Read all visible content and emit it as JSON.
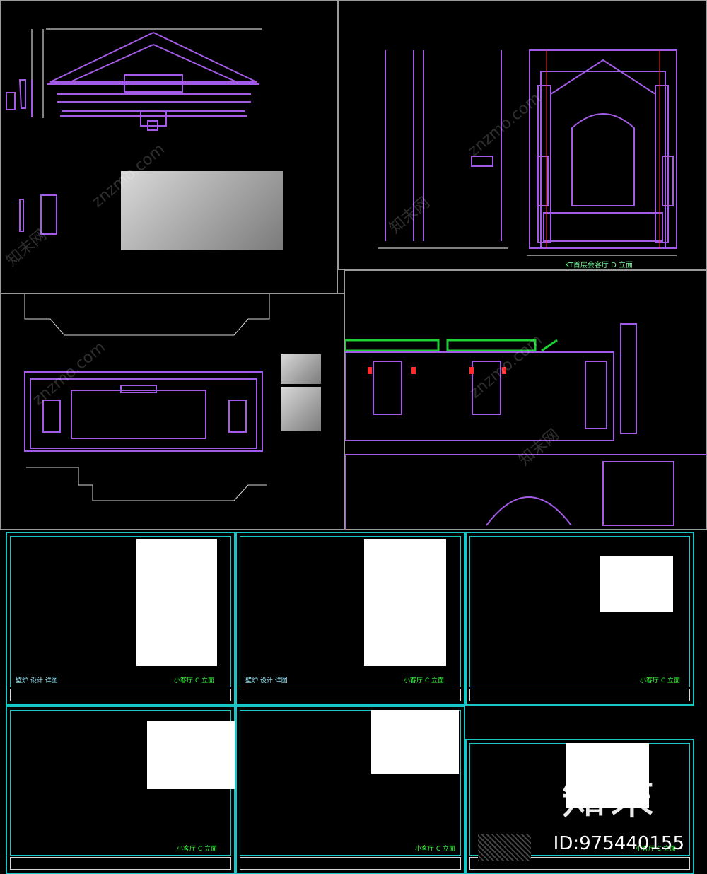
{
  "panels": {
    "top_right": {
      "caption": "KT首层会客厅 D 立面"
    }
  },
  "sheets": [
    {
      "id": "s1",
      "title": "小客厅 C 立面",
      "side_note": "壁炉 设计 详图"
    },
    {
      "id": "s2",
      "title": "小客厅 C 立面",
      "side_note": "壁炉 设计 详图"
    },
    {
      "id": "s3",
      "title": "小客厅 C 立面"
    },
    {
      "id": "s4",
      "title": "小客厅 C 立面"
    },
    {
      "id": "s5",
      "title": "小客厅 C 立面"
    },
    {
      "id": "s6",
      "title": "小客厅 C 立面"
    }
  ],
  "watermark": {
    "text": "znzmo.com",
    "cn": "知末网",
    "logo": "知末",
    "id": "ID:975440155"
  },
  "colors": {
    "line": "#a35be6",
    "frame": "#19c6c6",
    "text": "#37ff3d",
    "accent": "#ff2a2a"
  },
  "icons": [
    "pediment-icon",
    "arch-icon",
    "panel-icon"
  ]
}
